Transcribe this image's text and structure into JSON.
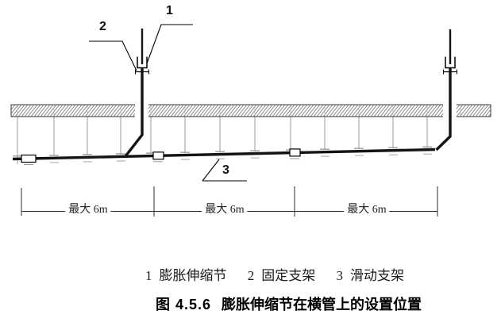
{
  "figure": {
    "callouts": [
      "1",
      "2",
      "3"
    ],
    "dimension_labels": [
      "最大 6m",
      "最大 6m",
      "最大 6m"
    ],
    "legend": {
      "items": [
        {
          "num": "1",
          "label": "膨胀伸缩节"
        },
        {
          "num": "2",
          "label": "固定支架"
        },
        {
          "num": "3",
          "label": "滑动支架"
        }
      ]
    },
    "caption": {
      "figure_no": "图 4.5.6",
      "title": "膨胀伸缩节在横管上的设置位置"
    }
  }
}
